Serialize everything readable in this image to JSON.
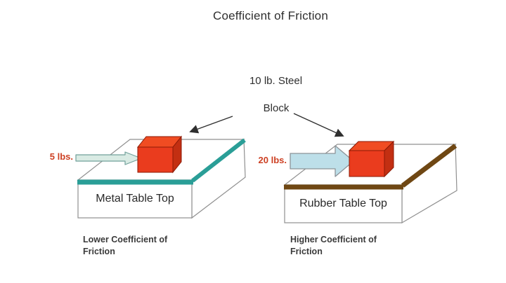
{
  "title": "Coefficient of Friction",
  "annotation": {
    "line1": "10 lb. Steel",
    "line2": "Block"
  },
  "left": {
    "force_label": "5 lbs.",
    "surface_label": "Metal Table Top",
    "caption_line1": "Lower Coefficient of",
    "caption_line2": "Friction"
  },
  "right": {
    "force_label": "20 lbs.",
    "surface_label": "Rubber Table Top",
    "caption_line1": "Higher Coefficient of",
    "caption_line2": "Friction"
  },
  "colors": {
    "metal_edge": "#2a9e97",
    "rubber_edge": "#6f4713",
    "block_front": "#ea3c1e",
    "block_top": "#f04c22",
    "block_side": "#c32f12",
    "small_arrow_fill": "#d9ebe4",
    "small_arrow_stroke": "#72a19b",
    "large_arrow_fill": "#bddfe9",
    "large_arrow_stroke": "#8d9398",
    "force_text": "#cd4023",
    "outline": "#909090",
    "pointer": "#2f2f2f",
    "text": "#2f2f2f"
  }
}
